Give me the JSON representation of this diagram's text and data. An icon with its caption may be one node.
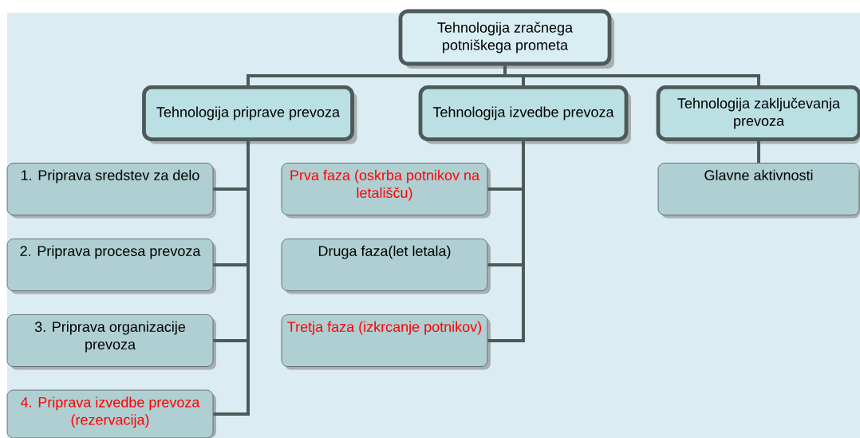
{
  "diagram": {
    "nodes": [
      {
        "text": [
          "Tehnologija zračnega potniškega prometa"
        ]
      },
      {
        "text": [
          "Tehnologija priprave prevoza"
        ]
      },
      {
        "text": [
          "Tehnologija izvedbe prevoza"
        ]
      },
      {
        "text": [
          "Tehnologija zaključevanja prevoza"
        ]
      },
      {
        "text": [
          "1. Priprava sredstev za delo"
        ]
      },
      {
        "text": [
          "2. Priprava procesa prevoza"
        ]
      },
      {
        "text": [
          "3. Priprava organizacije prevoza"
        ]
      },
      {
        "text": [
          "4. Priprava izvedbe prevoza (rezervacija)"
        ]
      },
      {
        "text": [
          "Prva faza (oskrba potnikov na letališču)"
        ]
      },
      {
        "text": [
          "Druga faza(let letala)"
        ]
      },
      {
        "text": [
          "Tretja faza (izkrcanje potnikov)"
        ]
      },
      {
        "text": [
          "Glavne aktivnosti"
        ]
      }
    ],
    "edges": [
      {
        "from": 0,
        "to": 1,
        "arrow": "none"
      },
      {
        "from": 0,
        "to": 2,
        "arrow": "none"
      },
      {
        "from": 0,
        "to": 3,
        "arrow": "none"
      },
      {
        "from": 1,
        "to": 4,
        "arrow": "none"
      },
      {
        "from": 1,
        "to": 5,
        "arrow": "none"
      },
      {
        "from": 1,
        "to": 6,
        "arrow": "none"
      },
      {
        "from": 1,
        "to": 7,
        "arrow": "none"
      },
      {
        "from": 2,
        "to": 8,
        "arrow": "none"
      },
      {
        "from": 2,
        "to": 9,
        "arrow": "none"
      },
      {
        "from": 2,
        "to": 10,
        "arrow": "none"
      },
      {
        "from": 3,
        "to": 11,
        "arrow": "none"
      }
    ]
  }
}
